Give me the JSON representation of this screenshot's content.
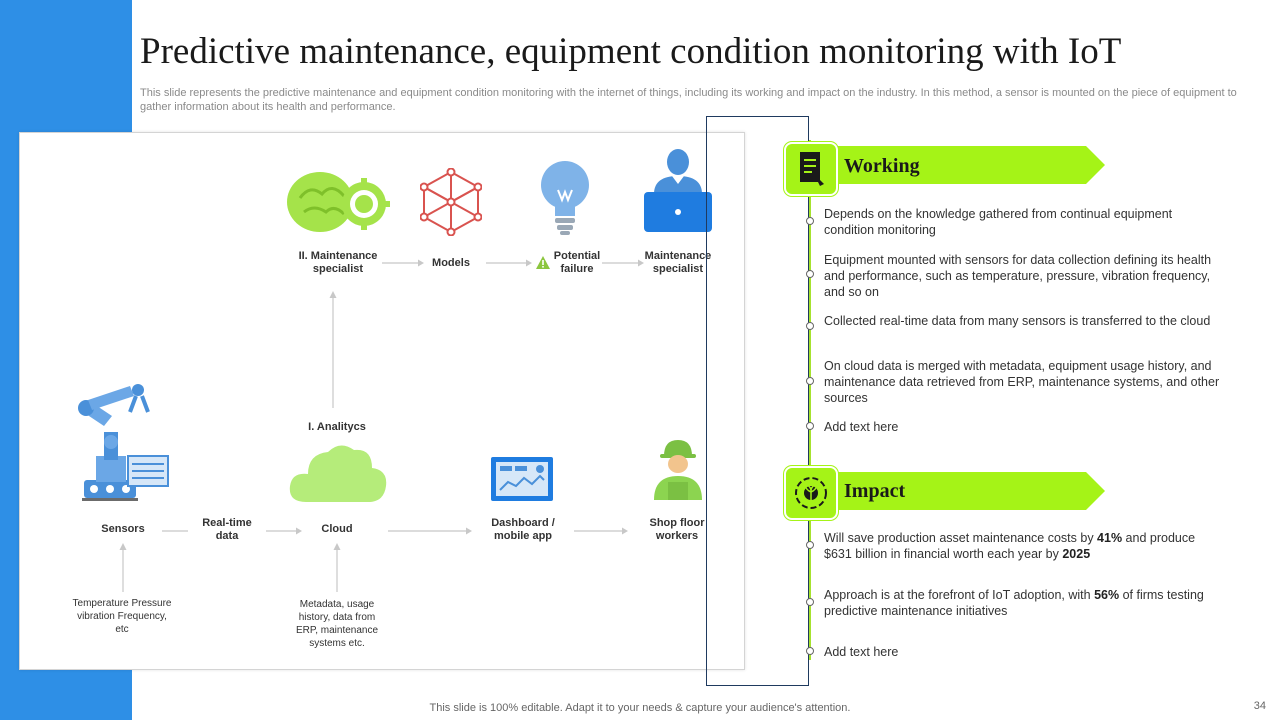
{
  "title": "Predictive maintenance, equipment condition monitoring with IoT",
  "subtitle": "This slide represents the predictive maintenance and equipment condition monitoring with the internet of things, including its working and impact on the industry. In this method, a sensor is mounted on the piece of equipment to gather information about its health and performance.",
  "diagram": {
    "top": {
      "maintenance_specialist_2": "II. Maintenance specialist",
      "models": "Models",
      "potential_failure": "Potential failure",
      "maintenance_specialist": "Maintenance specialist"
    },
    "analytics": "I. Analitycs",
    "bottom": {
      "sensors": "Sensors",
      "realtime": "Real-time data",
      "cloud": "Cloud",
      "dashboard": "Dashboard / mobile app",
      "shopfloor": "Shop floor workers"
    },
    "notes": {
      "sensor_note": "Temperature Pressure vibration Frequency, etc",
      "cloud_note": "Metadata, usage history, data from ERP,  maintenance systems etc."
    }
  },
  "working": {
    "heading": "Working",
    "items": [
      "Depends on the knowledge gathered from continual equipment condition monitoring",
      "Equipment mounted with sensors for data collection defining its health and performance,  such as temperature,  pressure, vibration frequency, and so on",
      "Collected real-time data from many sensors is transferred to the cloud",
      "On cloud data is merged with metadata, equipment usage history, and maintenance data retrieved  from ERP, maintenance systems, and other sources",
      "Add text here"
    ]
  },
  "impact": {
    "heading": "Impact",
    "item1": {
      "a": "Will save production asset maintenance costs by ",
      "b": "41%",
      "c": " and produce $631 billion in financial worth each year by ",
      "d": "2025"
    },
    "item2": {
      "a": "Approach is at the forefront  of IoT adoption, with ",
      "b": "56%",
      "c": " of firms testing predictive maintenance initiatives"
    },
    "item3": "Add text here"
  },
  "footer": "This slide is 100% editable. Adapt it to your needs & capture your audience's attention.",
  "page_number": "34",
  "colors": {
    "accent_blue": "#2e8fe6",
    "accent_green": "#a5f317",
    "bracket": "#1f3a5f"
  }
}
